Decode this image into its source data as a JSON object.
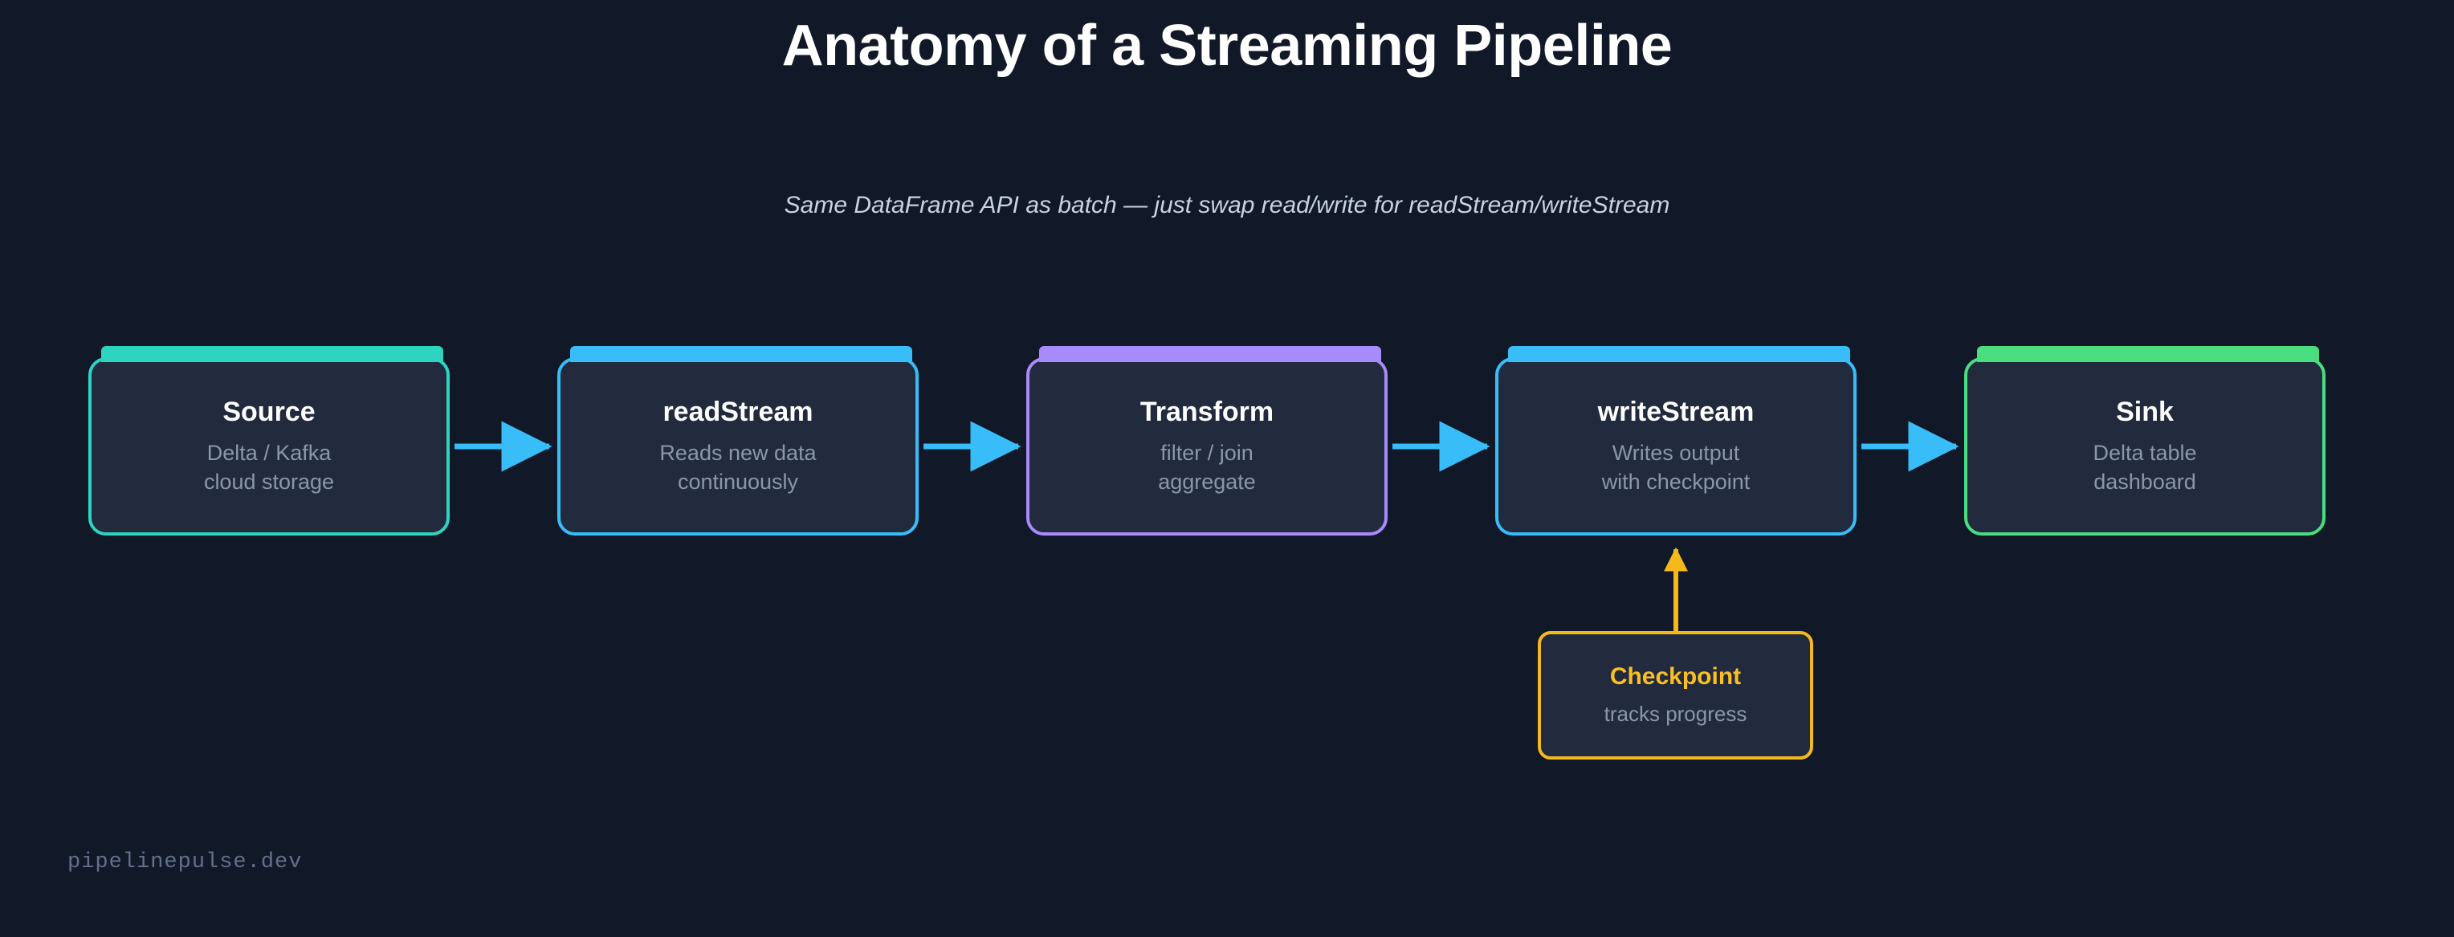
{
  "header": {
    "title": "Anatomy of a Streaming Pipeline",
    "subtitle": "Same DataFrame API as batch — just swap read/write for readStream/writeStream"
  },
  "colors": {
    "background": "#111827",
    "node_fill": "#212b3d",
    "title_text": "#ffffff",
    "desc_text": "#8a97ab",
    "subtitle_text": "#c7d3e4",
    "teal": "#2dd4bf",
    "blue": "#38bdf8",
    "purple": "#a78bfa",
    "green": "#4ade80",
    "amber": "#f5b91e",
    "amber_text": "#fbbf24",
    "arrow": "#38bdf8",
    "footer_text": "#63708a"
  },
  "diagram": {
    "type": "flowchart",
    "orientation": "left-to-right",
    "nodes": [
      {
        "id": "source",
        "title": "Source",
        "desc_line1": "Delta / Kafka",
        "desc_line2": "cloud storage",
        "accent": "#2dd4bf"
      },
      {
        "id": "readstream",
        "title": "readStream",
        "desc_line1": "Reads new data",
        "desc_line2": "continuously",
        "accent": "#38bdf8"
      },
      {
        "id": "transform",
        "title": "Transform",
        "desc_line1": "filter / join",
        "desc_line2": "aggregate",
        "accent": "#a78bfa"
      },
      {
        "id": "writestream",
        "title": "writeStream",
        "desc_line1": "Writes output",
        "desc_line2": "with checkpoint",
        "accent": "#38bdf8"
      },
      {
        "id": "sink",
        "title": "Sink",
        "desc_line1": "Delta table",
        "desc_line2": "dashboard",
        "accent": "#4ade80"
      }
    ],
    "side_nodes": [
      {
        "id": "checkpoint",
        "title": "Checkpoint",
        "desc_line1": "tracks progress",
        "accent": "#f5b91e"
      }
    ],
    "edges": [
      {
        "from": "source",
        "to": "readstream",
        "color": "#38bdf8",
        "direction": "right"
      },
      {
        "from": "readstream",
        "to": "transform",
        "color": "#38bdf8",
        "direction": "right"
      },
      {
        "from": "transform",
        "to": "writestream",
        "color": "#38bdf8",
        "direction": "right"
      },
      {
        "from": "writestream",
        "to": "sink",
        "color": "#38bdf8",
        "direction": "right"
      },
      {
        "from": "checkpoint",
        "to": "writestream",
        "color": "#f5b91e",
        "direction": "up"
      }
    ]
  },
  "footer": {
    "watermark": "pipelinepulse.dev"
  }
}
